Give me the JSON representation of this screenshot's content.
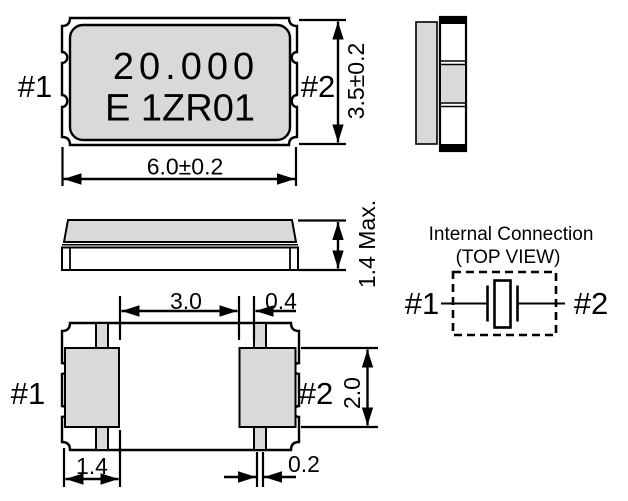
{
  "colors": {
    "body_fill": "#d9d9d9",
    "line": "#000000",
    "background": "#ffffff"
  },
  "top_view": {
    "pin1": "#1",
    "pin2": "#2",
    "marking_line1": "20.000",
    "marking_line2": "E 1ZR01",
    "dim_width": "6.0±0.2",
    "dim_height": "3.5±0.2"
  },
  "side_view": {
    "dim_height": "1.4 Max."
  },
  "bottom_view": {
    "pin1": "#1",
    "pin2": "#2",
    "dim_pad_gap": "3.0",
    "dim_pad_to_strip": "0.4",
    "dim_pad_height": "2.0",
    "dim_pad_width": "1.4",
    "dim_strip_width": "0.2"
  },
  "internal_connection": {
    "title": "Internal Connection",
    "subtitle": "(TOP VIEW)",
    "pin1": "#1",
    "pin2": "#2"
  }
}
